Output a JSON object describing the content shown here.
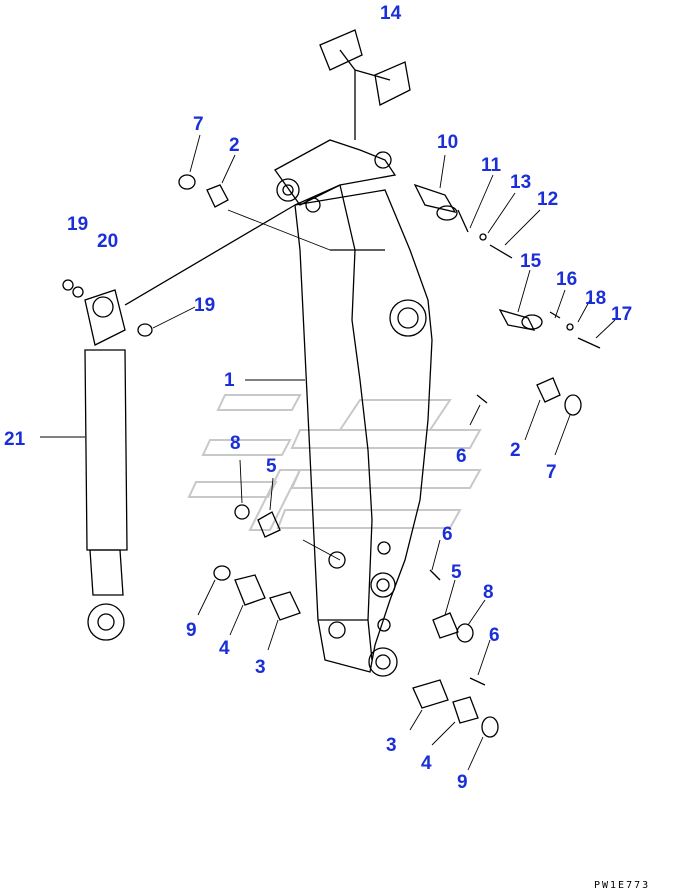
{
  "diagram": {
    "colors": {
      "callout": "#1a2fd8",
      "line": "#000000",
      "watermark": "#c8c8c8"
    },
    "callouts": [
      {
        "id": "c14",
        "text": "14"
      },
      {
        "id": "c7a",
        "text": "7"
      },
      {
        "id": "c2a",
        "text": "2"
      },
      {
        "id": "c10",
        "text": "10"
      },
      {
        "id": "c11",
        "text": "11"
      },
      {
        "id": "c13",
        "text": "13"
      },
      {
        "id": "c12",
        "text": "12"
      },
      {
        "id": "c19a",
        "text": "19"
      },
      {
        "id": "c20",
        "text": "20"
      },
      {
        "id": "c15",
        "text": "15"
      },
      {
        "id": "c16",
        "text": "16"
      },
      {
        "id": "c18",
        "text": "18"
      },
      {
        "id": "c17",
        "text": "17"
      },
      {
        "id": "c19b",
        "text": "19"
      },
      {
        "id": "c1",
        "text": "1"
      },
      {
        "id": "c21",
        "text": "21"
      },
      {
        "id": "c6a",
        "text": "6"
      },
      {
        "id": "c2b",
        "text": "2"
      },
      {
        "id": "c7b",
        "text": "7"
      },
      {
        "id": "c8a",
        "text": "8"
      },
      {
        "id": "c5a",
        "text": "5"
      },
      {
        "id": "c6b",
        "text": "6"
      },
      {
        "id": "c5b",
        "text": "5"
      },
      {
        "id": "c8b",
        "text": "8"
      },
      {
        "id": "c6c",
        "text": "6"
      },
      {
        "id": "c9a",
        "text": "9"
      },
      {
        "id": "c4a",
        "text": "4"
      },
      {
        "id": "c3a",
        "text": "3"
      },
      {
        "id": "c3b",
        "text": "3"
      },
      {
        "id": "c4b",
        "text": "4"
      },
      {
        "id": "c9b",
        "text": "9"
      }
    ],
    "drawing_code": "PW1E773"
  }
}
